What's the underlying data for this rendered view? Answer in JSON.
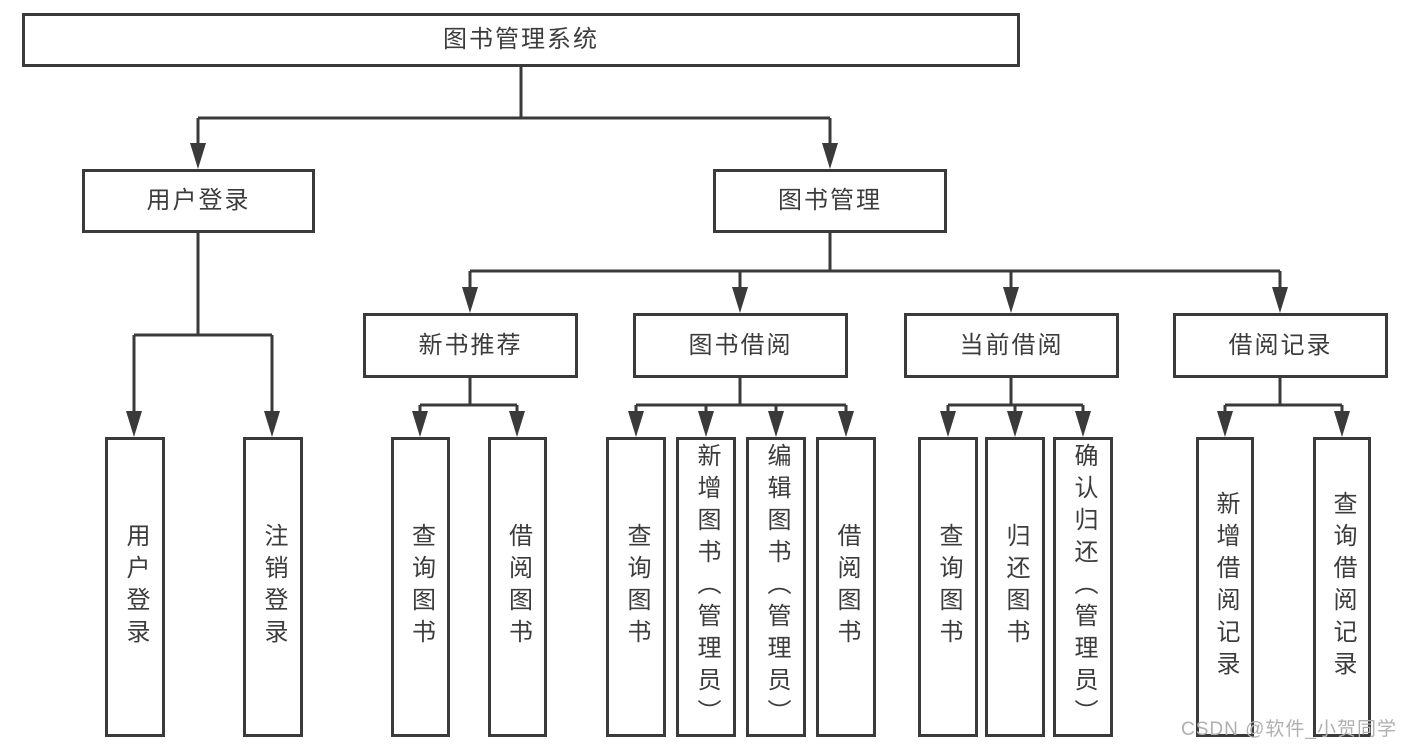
{
  "colors": {
    "line": "#3a3a3a",
    "text": "#3c3c3c",
    "background": "#ffffff",
    "watermark_color": "#b0b0b0"
  },
  "tree": {
    "root": "图书管理系统",
    "branches": [
      {
        "label": "用户登录",
        "children": [
          "用户登录",
          "注销登录"
        ]
      },
      {
        "label": "图书管理",
        "sections": [
          {
            "label": "新书推荐",
            "children": [
              "查询图书",
              "借阅图书"
            ]
          },
          {
            "label": "图书借阅",
            "children": [
              "查询图书",
              "新增图书（管理员）",
              "编辑图书（管理员）",
              "借阅图书"
            ]
          },
          {
            "label": "当前借阅",
            "children": [
              "查询图书",
              "归还图书",
              "确认归还（管理员）"
            ]
          },
          {
            "label": "借阅记录",
            "children": [
              "新增借阅记录",
              "查询借阅记录"
            ]
          }
        ]
      }
    ]
  },
  "watermark": "CSDN @软件_小贺同学"
}
